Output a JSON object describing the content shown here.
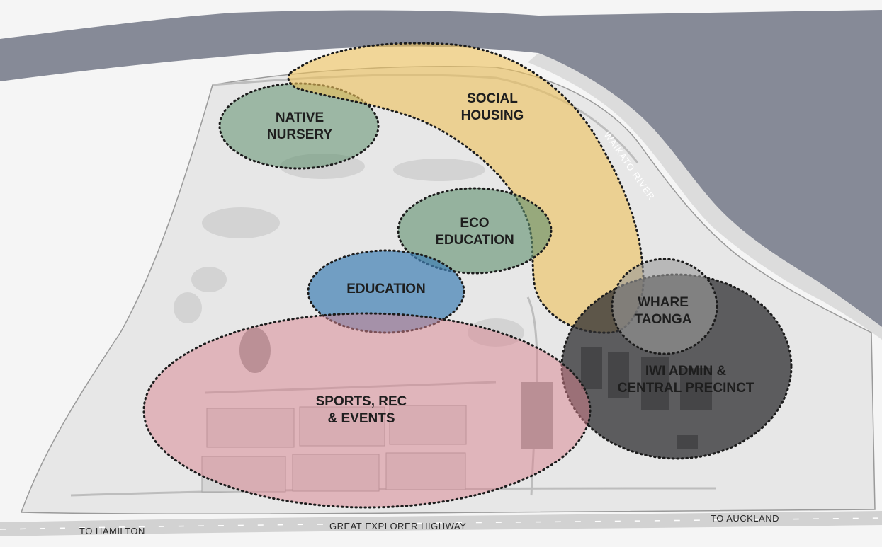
{
  "map": {
    "zones": [
      {
        "id": "native-nursery",
        "lines": [
          "NATIVE",
          "NURSERY"
        ],
        "color": "#5f8f6e"
      },
      {
        "id": "social-housing",
        "lines": [
          "SOCIAL",
          "HOUSING"
        ],
        "color": "#efc25a"
      },
      {
        "id": "eco-education",
        "lines": [
          "ECO",
          "EDUCATION"
        ],
        "color": "#5f8f6e"
      },
      {
        "id": "education",
        "lines": [
          "EDUCATION"
        ],
        "color": "#3f7fb3"
      },
      {
        "id": "whare-taonga",
        "lines": [
          "WHARE",
          "TAONGA"
        ],
        "color": "#9a9a9a"
      },
      {
        "id": "iwi-admin",
        "lines": [
          "IWI ADMIN &",
          "CENTRAL PRECINCT"
        ],
        "color": "#2e2e30"
      },
      {
        "id": "sports-rec",
        "lines": [
          "SPORTS, REC",
          "& EVENTS"
        ],
        "color": "#d9838f"
      }
    ],
    "river_label": "WAIKATO RIVER",
    "highway_label": "GREAT EXPLORER HIGHWAY",
    "to_hamilton": "TO HAMILTON",
    "to_auckland": "TO AUCKLAND",
    "colors": {
      "river": "#868a97",
      "site": "#e9e9e9",
      "land": "#f4f4f4",
      "road": "#cfcfcf"
    }
  }
}
